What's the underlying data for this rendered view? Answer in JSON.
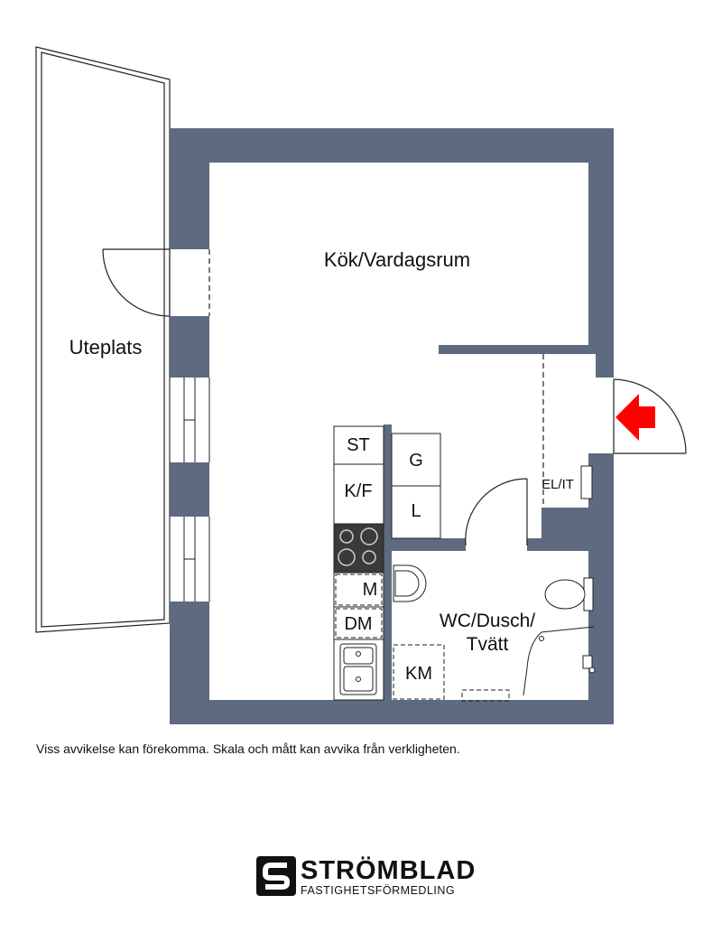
{
  "rooms": {
    "living": "Kök/Vardagsrum",
    "terrace": "Uteplats",
    "electrical": "EL/IT",
    "bath_line1": "WC/Dusch/",
    "bath_line2": "Tvätt"
  },
  "appliances": {
    "stove": "ST",
    "fridge_freezer": "K/F",
    "wardrobe": "G",
    "linen": "L",
    "microwave": "M",
    "dishwasher": "DM",
    "washing_machine": "KM"
  },
  "disclaimer": "Viss avvikelse kan förekomma. Skala och mått kan avvika från verkligheten.",
  "brand": {
    "name": "STRÖMBLAD",
    "tagline": "FASTIGHETSFÖRMEDLING"
  },
  "colors": {
    "wall": "#5d6a80",
    "entrance_arrow": "#ff0000",
    "stove_top": "#3a3a3a",
    "line": "#222222"
  },
  "icons": {
    "entrance": "entrance-arrow-icon",
    "logo": "stromblad-logo-icon"
  }
}
